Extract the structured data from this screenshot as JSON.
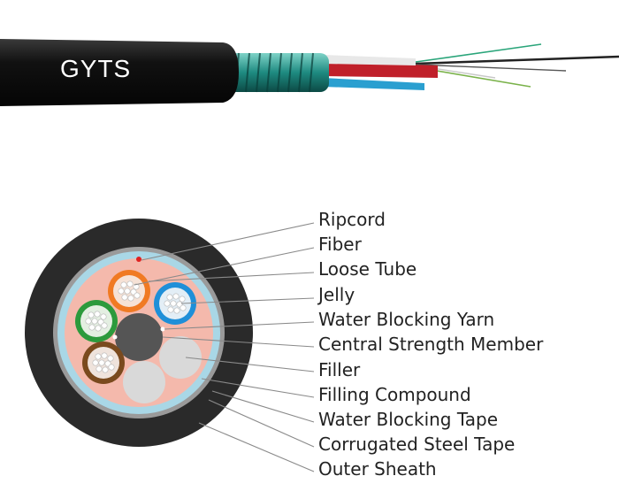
{
  "cable_name": "GYTS",
  "labels": [
    "Ripcord",
    "Fiber",
    "Loose Tube",
    "Jelly",
    "Water Blocking Yarn",
    "Central Strength Member",
    "Filler",
    "Filling Compound",
    "Water Blocking Tape",
    "Corrugated Steel Tape",
    "Outer Sheath"
  ],
  "colors": {
    "sheath": "#2a2a2a",
    "steel_tape": "#9a9a9a",
    "water_blocking_tape": "#a9d7e6",
    "filling_compound": "#f4b9ac",
    "central_member": "#555555",
    "filler": "#d9d9d9",
    "tube_orange": "#f07a23",
    "tube_blue": "#1f8fd8",
    "tube_green": "#2c9a3c",
    "tube_brown": "#7a4a1e",
    "ripcord": "#e02020"
  }
}
